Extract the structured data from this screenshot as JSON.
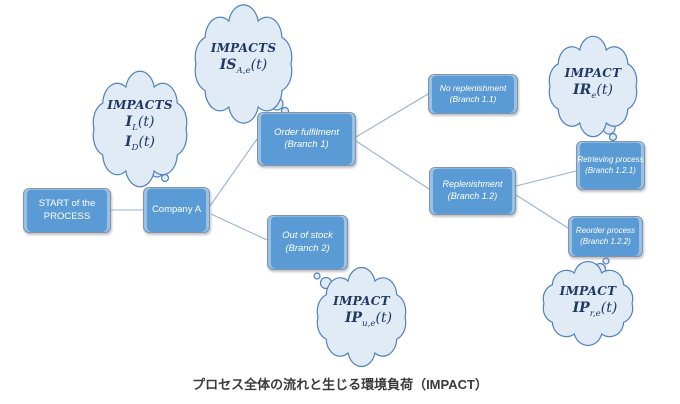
{
  "figure": {
    "caption": "プロセス全体の流れと生じる環境負荷（IMPACT）"
  },
  "colors": {
    "box_fill": "#5b9bd5",
    "box_border": "#8494a4",
    "box_text": "#ffffff",
    "cloud_fill": "#e1ebf6",
    "cloud_border": "#4f81bd",
    "cloud_text": "#1f3864",
    "connector": "#95b3d7",
    "caption_text": "#3a3a3a"
  },
  "boxes": {
    "start": {
      "line1": "START of the",
      "line2": "PROCESS"
    },
    "company": {
      "line1": "Company A"
    },
    "order_fulfilment": {
      "line1": "Order fulfilment",
      "line2": "(Branch 1)"
    },
    "out_of_stock": {
      "line1": "Out of stock",
      "line2": "(Branch 2)"
    },
    "no_replenishment": {
      "line1": "No replenishment",
      "line2": "(Branch 1.1)"
    },
    "replenishment": {
      "line1": "Replenishment",
      "line2": "(Branch 1.2)"
    },
    "retrieving_process": {
      "line1": "Retrieving process",
      "line2": "(Branch 1.2.1)"
    },
    "reorder_process": {
      "line1": "Reorder process",
      "line2": "(Branch 1.2.2)"
    }
  },
  "clouds": {
    "company_impacts": {
      "title": "IMPACTS",
      "f1": {
        "base": "I",
        "sub": "L",
        "tail": "(t)"
      },
      "f2": {
        "base": "I",
        "sub": "D",
        "tail": "(t)"
      }
    },
    "order_impacts": {
      "title": "IMPACTS",
      "f1": {
        "base": "IS",
        "sub": "A,e",
        "tail": "(t)"
      }
    },
    "retrieving_impact": {
      "title": "IMPACT",
      "f1": {
        "base": "IR",
        "sub": "e",
        "tail": "(t)"
      }
    },
    "out_of_stock_impact": {
      "title": "IMPACT",
      "f1": {
        "base": "IP",
        "sub": "u,e",
        "tail": "(t)"
      }
    },
    "reorder_impact": {
      "title": "IMPACT",
      "f1": {
        "base": "IP",
        "sub": "r,e",
        "tail": "(t)"
      }
    }
  }
}
